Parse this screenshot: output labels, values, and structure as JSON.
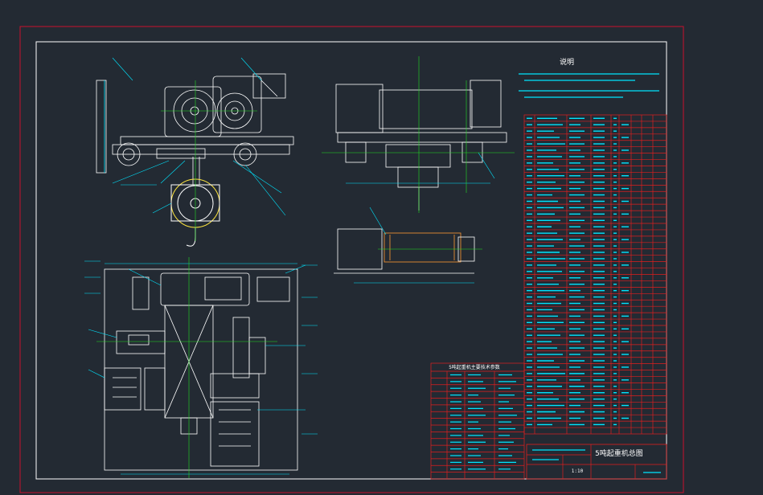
{
  "colors": {
    "background": "#232a33",
    "outer_frame": "#c8102e",
    "inner_frame": "#ffffff",
    "part_lines": "#ffffff",
    "dimension_lines": "#00e5ff",
    "center_lines": "#22dd22",
    "table_grid": "#e01e1e",
    "text": "#ffffff",
    "hook_highlight": "#ffe640",
    "drum_highlight": "#ff9933"
  },
  "notes": {
    "title": "说明"
  },
  "title_block": {
    "drawing_title": "5吨起重机总图",
    "scale": "1:10"
  },
  "param_table": {
    "title": "5吨起重机主要技术参数"
  }
}
